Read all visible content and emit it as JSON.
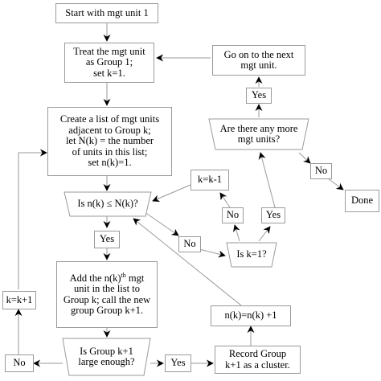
{
  "nodes": {
    "start": "Start with mgt unit 1",
    "treat": "Treat the mgt unit\nas Group 1;\nset k=1.",
    "create_list": "Create a list of mgt units\nadjacent to Group k;\nlet N(k) = the number\nof units in this list;\nset n(k)=1.",
    "check_n": "Is n(k) ≤ N(k)?",
    "add_line1_pre": "Add the n(k)",
    "add_line1_sup": "th",
    "add_line1_post": " mgt",
    "add_rest": "unit in the list to\nGroup k; call the new\ngroup Group k+1.",
    "large_enough": "Is Group k+1\nlarge enough?",
    "record": "Record Group\nk+1 as a cluster.",
    "n_inc": "n(k)=n(k) +1",
    "k_is_1": "Is k=1?",
    "k_dec": "k=k-1",
    "any_more": "Are there any more\nmgt units?",
    "go_next": "Go on to the next\nmgt unit.",
    "done": "Done",
    "k_inc": "k=k+1"
  },
  "labels": {
    "yes_1": "Yes",
    "no_1": "No",
    "yes_2": "Yes",
    "no_2": "No",
    "no_3": "No",
    "yes_3": "Yes",
    "yes_4": "Yes",
    "no_4": "No"
  },
  "colors": {
    "line": "#9a9a9a",
    "arrow": "#000000",
    "text": "#000000"
  }
}
